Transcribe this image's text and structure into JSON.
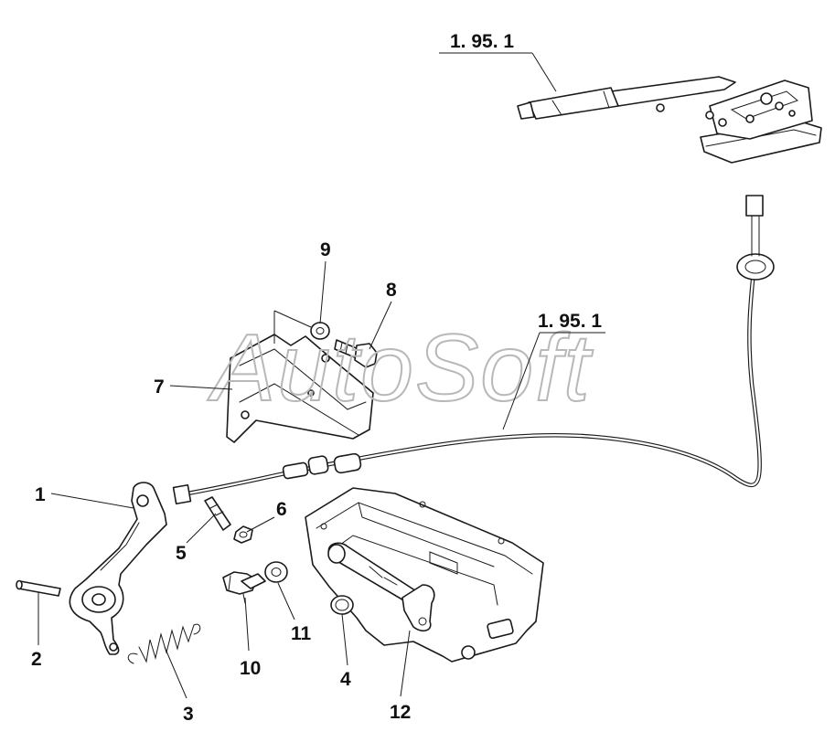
{
  "watermark": "AutoSoft",
  "callouts": [
    {
      "id": "ref-top",
      "label": "1. 95. 1"
    },
    {
      "id": "ref-cable",
      "label": "1. 95. 1"
    },
    {
      "id": "p1",
      "label": "1"
    },
    {
      "id": "p2",
      "label": "2"
    },
    {
      "id": "p3",
      "label": "3"
    },
    {
      "id": "p4",
      "label": "4"
    },
    {
      "id": "p5",
      "label": "5"
    },
    {
      "id": "p6",
      "label": "6"
    },
    {
      "id": "p7",
      "label": "7"
    },
    {
      "id": "p8",
      "label": "8"
    },
    {
      "id": "p9",
      "label": "9"
    },
    {
      "id": "p10",
      "label": "10"
    },
    {
      "id": "p11",
      "label": "11"
    },
    {
      "id": "p12",
      "label": "12"
    }
  ]
}
